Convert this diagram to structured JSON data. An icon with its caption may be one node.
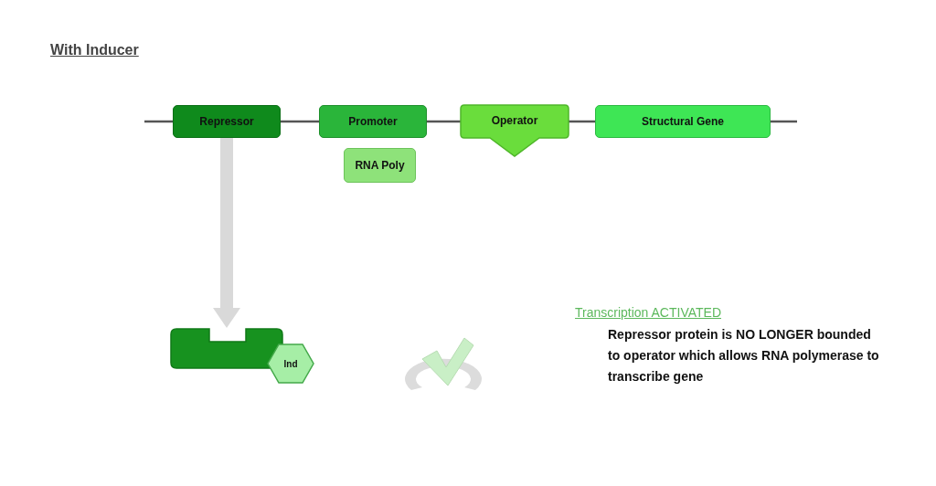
{
  "diagram": {
    "title": "With Inducer",
    "nodes": [
      {
        "text": [
          "Repressor"
        ]
      },
      {
        "text": [
          "Promoter"
        ]
      },
      {
        "text": [
          "Operator"
        ]
      },
      {
        "text": [
          "Structural Gene"
        ]
      },
      {
        "text": [
          "RNA Poly"
        ]
      },
      {
        "text": [],
        "shape": "box"
      },
      {
        "text": [
          "Ind"
        ]
      }
    ],
    "edges": [
      {
        "from": null,
        "to": 0,
        "arrow": "none"
      },
      {
        "from": 0,
        "to": 1,
        "arrow": "none"
      },
      {
        "from": 1,
        "to": 2,
        "arrow": "none"
      },
      {
        "from": 2,
        "to": 3,
        "arrow": "none"
      },
      {
        "from": 3,
        "to": null,
        "arrow": "none"
      },
      {
        "from": 0,
        "to": 5,
        "arrow": "to",
        "style": "thick",
        "color": "#d9d9d9"
      }
    ],
    "labels": [
      "Transcription ACTIVATED",
      "Repressor protein is NO LONGER bounded to operator which allows RNA polymerase to transcribe gene"
    ]
  }
}
